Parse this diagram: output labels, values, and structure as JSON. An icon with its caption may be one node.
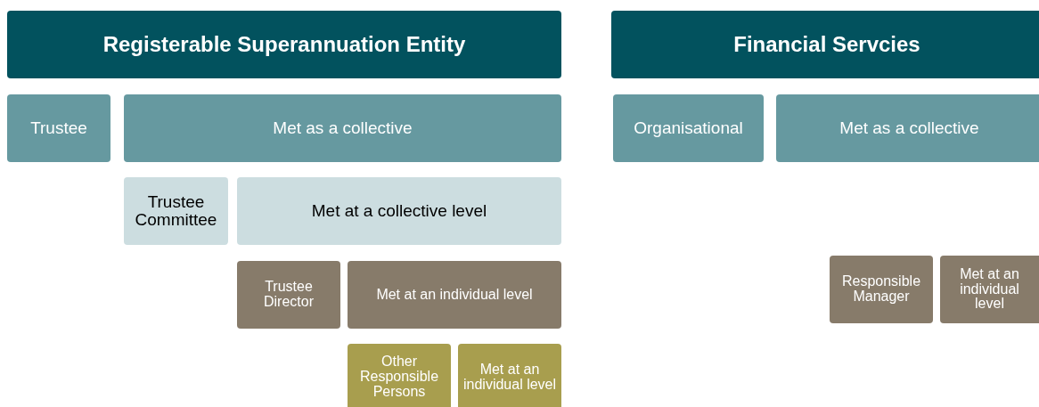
{
  "diagram": {
    "nodes": [
      {
        "text": [
          "Registerable Superannuation Entity"
        ]
      },
      {
        "text": [
          "Financial Servcies"
        ]
      },
      {
        "text": [
          "Trustee"
        ]
      },
      {
        "text": [
          "Met as a collective"
        ]
      },
      {
        "text": [
          "Organisational"
        ]
      },
      {
        "text": [
          "Met as a collective"
        ]
      },
      {
        "text": [
          "Trustee Committee"
        ]
      },
      {
        "text": [
          "Met at a collective level"
        ]
      },
      {
        "text": [
          "Trustee Director"
        ]
      },
      {
        "text": [
          "Met at an individual level"
        ]
      },
      {
        "text": [
          "Responsible Manager"
        ]
      },
      {
        "text": [
          "Met at an individual level"
        ]
      },
      {
        "text": [
          "Other Responsible Persons"
        ]
      },
      {
        "text": [
          "Met at an individual level"
        ]
      }
    ]
  }
}
